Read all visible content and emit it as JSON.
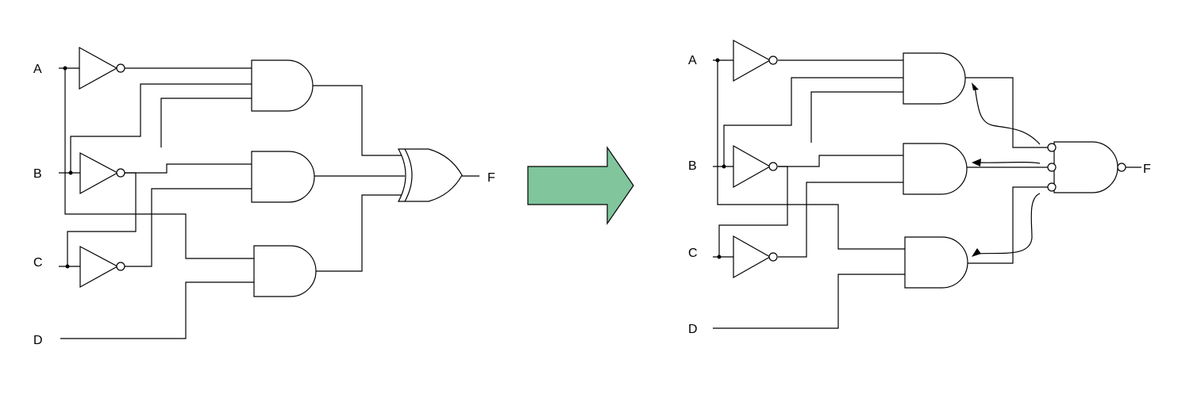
{
  "left_circuit": {
    "inputs": [
      "A",
      "B",
      "C",
      "D"
    ],
    "output": "F"
  },
  "right_circuit": {
    "inputs": [
      "A",
      "B",
      "C",
      "D"
    ],
    "output": "F"
  },
  "colors": {
    "arrow_fill": "#80c59c",
    "line": "#000000",
    "background": "#ffffff"
  }
}
